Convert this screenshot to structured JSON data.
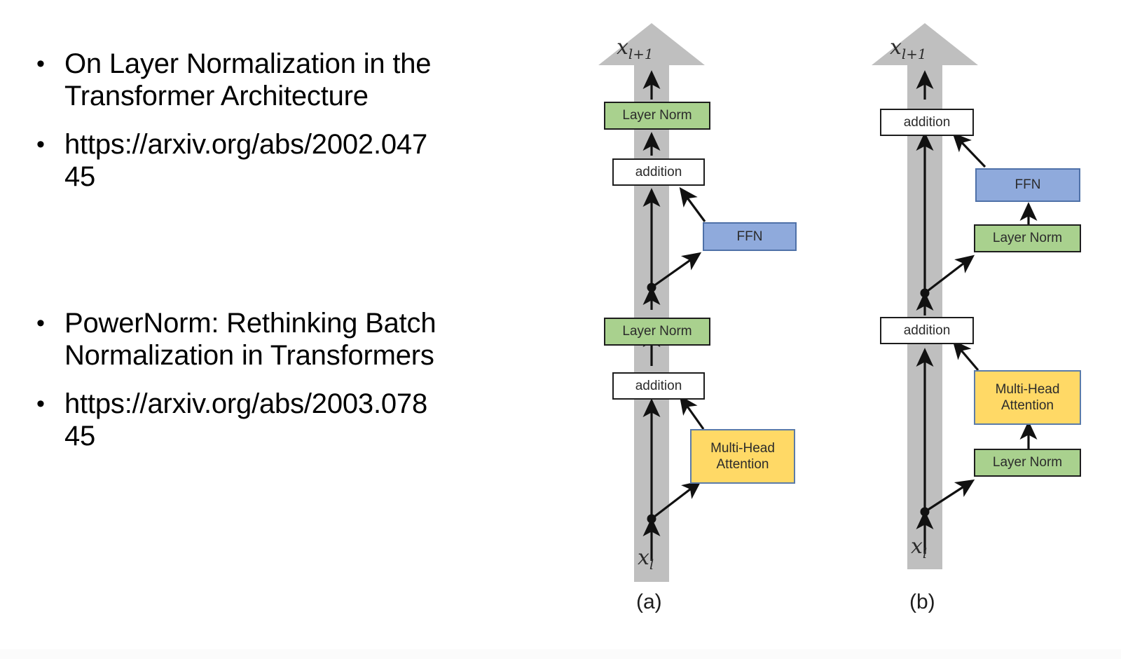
{
  "slide": {
    "background_color": "#ffffff",
    "bullets": [
      {
        "group": 0,
        "items": [
          {
            "marker": "•",
            "text": "On Layer Normalization in the\nTransformer Architecture"
          },
          {
            "marker": "•",
            "text": "https://arxiv.org/abs/2002.047\n45"
          }
        ]
      },
      {
        "group": 1,
        "items": [
          {
            "marker": "•",
            "text": "PowerNorm: Rethinking Batch\nNormalization in Transformers"
          },
          {
            "marker": "•",
            "text": "https://arxiv.org/abs/2003.078\n45"
          }
        ]
      }
    ]
  },
  "figure": {
    "colors": {
      "layer_norm": "#a9d18e",
      "ffn": "#8faadc",
      "attention": "#ffd966",
      "addition": "#ffffff",
      "backbone": "#bfbfbf",
      "stroke": "#1d1d1d"
    },
    "panels": [
      {
        "id": "a",
        "caption": "(a)",
        "name": "post-layer-norm-transformer",
        "input_label": "x",
        "input_sub": "l",
        "output_label": "x",
        "output_sub": "l+1",
        "nodes": {
          "top_layer_norm": "Layer Norm",
          "top_addition": "addition",
          "ffn": "FFN",
          "mid_layer_norm": "Layer Norm",
          "bottom_addition": "addition",
          "attention_line1": "Multi-Head",
          "attention_line2": "Attention"
        }
      },
      {
        "id": "b",
        "caption": "(b)",
        "name": "pre-layer-norm-transformer",
        "input_label": "x",
        "input_sub": "l",
        "output_label": "x",
        "output_sub": "l+1",
        "nodes": {
          "top_addition": "addition",
          "ffn": "FFN",
          "ffn_layer_norm": "Layer Norm",
          "mid_addition": "addition",
          "attention_line1": "Multi-Head",
          "attention_line2": "Attention",
          "attention_layer_norm": "Layer Norm"
        }
      }
    ]
  }
}
